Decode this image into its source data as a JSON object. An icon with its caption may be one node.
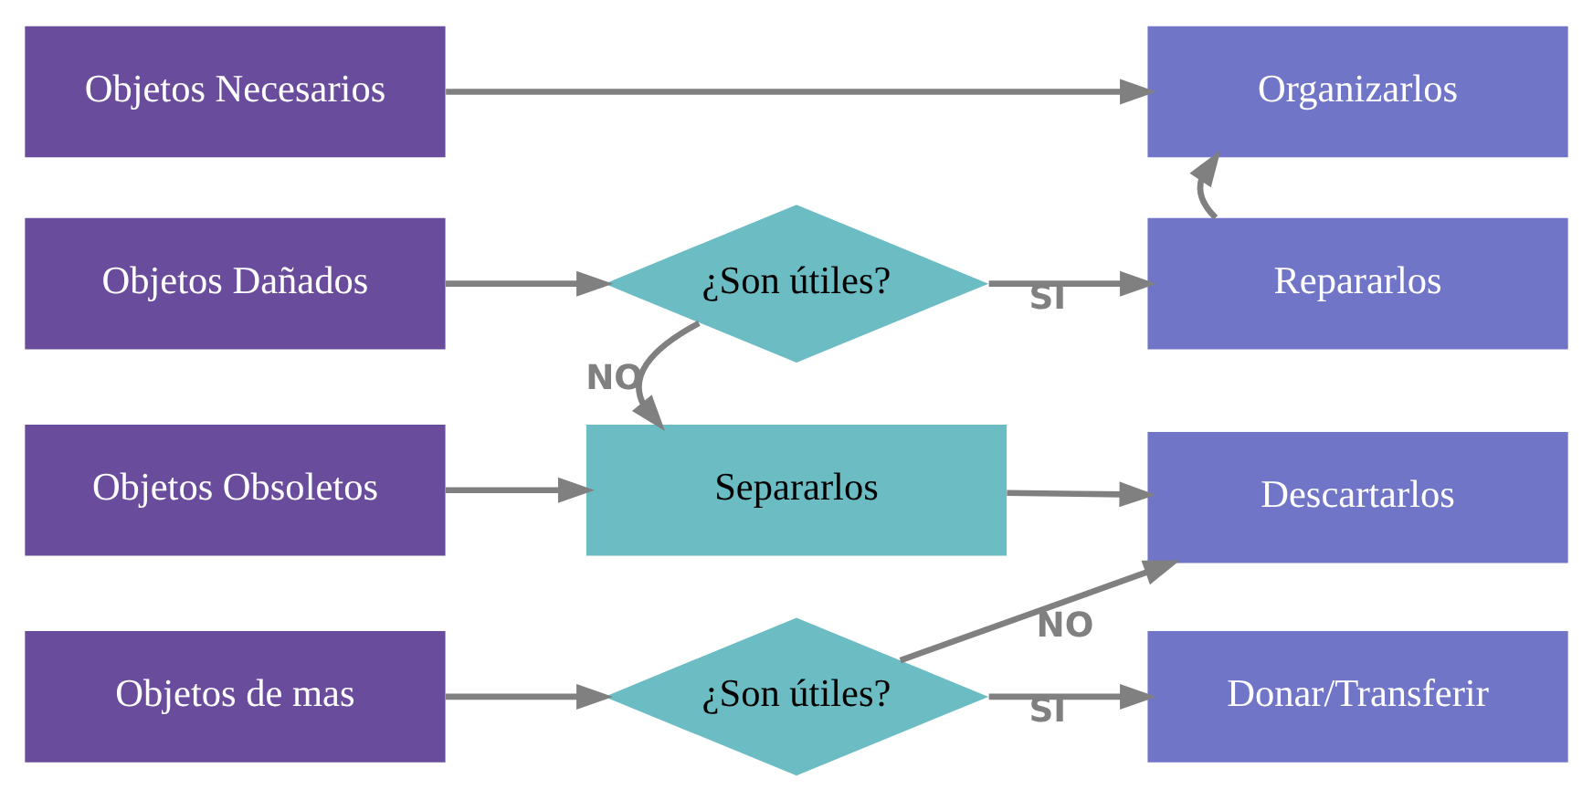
{
  "diagram": {
    "nodes": [
      {
        "text": [
          "Objetos Necesarios"
        ]
      },
      {
        "text": [
          "Organizarlos"
        ]
      },
      {
        "text": [
          "Objetos Dañados"
        ]
      },
      {
        "text": [
          "¿Son útiles?"
        ]
      },
      {
        "text": [
          "Repararlos"
        ]
      },
      {
        "text": [
          "Objetos Obsoletos"
        ]
      },
      {
        "text": [
          "Separarlos"
        ]
      },
      {
        "text": [
          "Descartarlos"
        ]
      },
      {
        "text": [
          "Objetos de mas"
        ]
      },
      {
        "text": [
          "¿Son útiles?"
        ]
      },
      {
        "text": [
          "Donar/Transferir"
        ]
      }
    ],
    "edges": [
      {
        "from": 0,
        "to": 1,
        "arrow": "to"
      },
      {
        "from": 2,
        "to": 3,
        "arrow": "to"
      },
      {
        "from": 3,
        "to": 4,
        "arrow": "to",
        "label": "SI"
      },
      {
        "from": 4,
        "to": 1,
        "arrow": "to"
      },
      {
        "from": 3,
        "to": 6,
        "arrow": "to",
        "label": "NO"
      },
      {
        "from": 5,
        "to": 6,
        "arrow": "to"
      },
      {
        "from": 6,
        "to": 7,
        "arrow": "to"
      },
      {
        "from": 8,
        "to": 9,
        "arrow": "to"
      },
      {
        "from": 9,
        "to": 10,
        "arrow": "to",
        "label": "SI"
      },
      {
        "from": 9,
        "to": 7,
        "arrow": "to",
        "label": "NO"
      }
    ]
  }
}
